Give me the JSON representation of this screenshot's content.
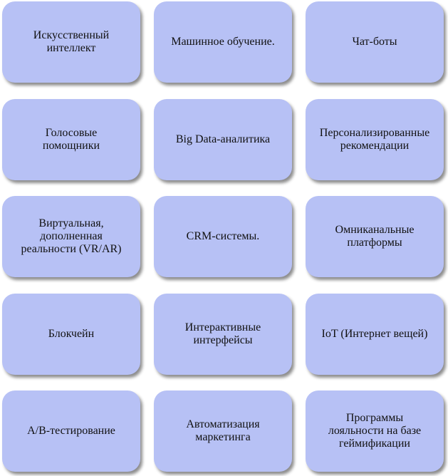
{
  "colors": {
    "box_fill": "#b7c1f5",
    "text": "#111111"
  },
  "items": [
    "Искусственный\nинтеллект",
    "Машинное обучение.",
    "Чат-боты",
    "Голосовые\nпомощники",
    "Big Data-аналитика",
    "Персонализированные\nрекомендации",
    "Виртуальная,\nдополненная\nреальности (VR/AR)",
    "CRM-системы.",
    "Омниканальные\nплатформы",
    "Блокчейн",
    "Интерактивные\nинтерфейсы",
    "IoT (Интернет вещей)",
    "А/В-тестирование",
    "Автоматизация\nмаркетинга",
    "Программы\nлояльности на базе\nгеймификации"
  ]
}
